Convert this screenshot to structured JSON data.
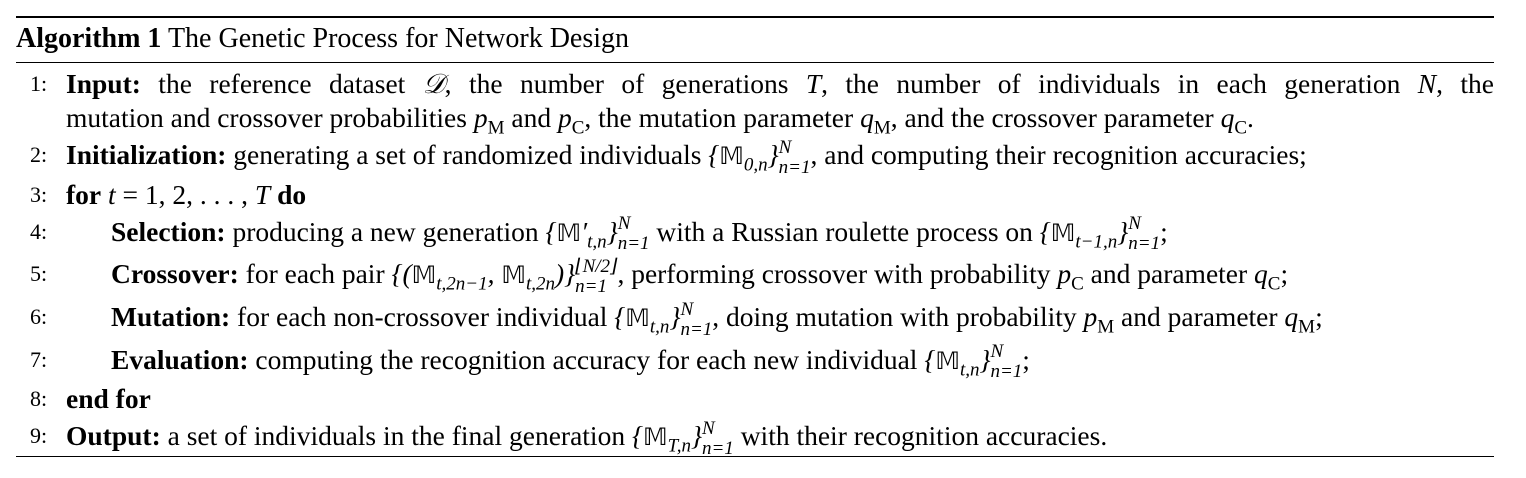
{
  "caption": {
    "label": "Algorithm 1",
    "title": "The Genetic Process for Network Design"
  },
  "lines": [
    {
      "num": "1:",
      "keyword": "Input:",
      "text_a": " the reference dataset ",
      "text_b": ", the number of generations ",
      "text_c": ", the number of individuals in each generation ",
      "text_d": ", the"
    },
    {
      "text_a": "mutation and crossover probabilities ",
      "text_b": " and ",
      "text_c": ", the mutation parameter ",
      "text_d": ", and the crossover parameter ",
      "text_e": "."
    },
    {
      "num": "2:",
      "keyword": "Initialization:",
      "text_a": " generating a set of randomized individuals ",
      "text_b": ", and computing their recognition accuracies;"
    },
    {
      "num": "3:",
      "keyword": "for",
      "keyword2": "do"
    },
    {
      "num": "4:",
      "keyword": "Selection:",
      "text_a": " producing a new generation ",
      "text_b": " with a Russian roulette process on ",
      "text_c": ";"
    },
    {
      "num": "5:",
      "keyword": "Crossover:",
      "text_a": " for each pair ",
      "text_b": ", performing crossover with probability ",
      "text_c": " and parameter ",
      "text_d": ";"
    },
    {
      "num": "6:",
      "keyword": "Mutation:",
      "text_a": " for each non-crossover individual ",
      "text_b": ", doing mutation with probability ",
      "text_c": " and parameter ",
      "text_d": ";"
    },
    {
      "num": "7:",
      "keyword": "Evaluation:",
      "text_a": " computing the recognition accuracy for each new individual ",
      "text_b": ";"
    },
    {
      "num": "8:",
      "keyword": "end for"
    },
    {
      "num": "9:",
      "keyword": "Output:",
      "text_a": " a set of individuals in the final generation ",
      "text_b": " with their recognition accuracies."
    }
  ]
}
